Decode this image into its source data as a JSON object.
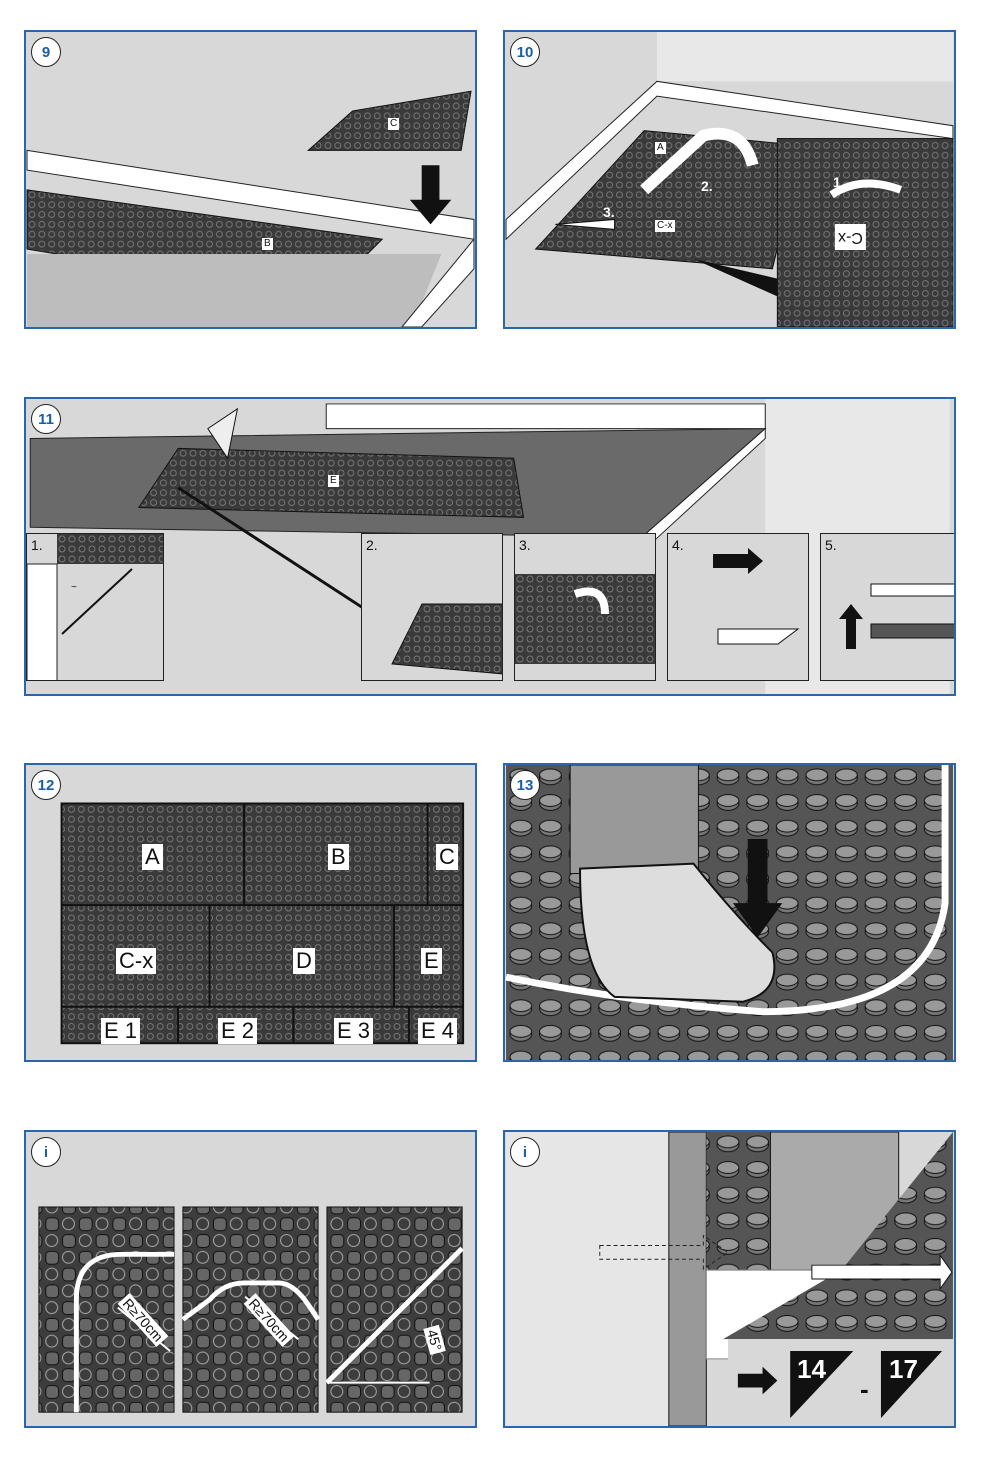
{
  "steps": [
    {
      "badge": "9",
      "labels": [
        "C",
        "B"
      ]
    },
    {
      "badge": "10",
      "labels": [
        "A",
        "C-x",
        "C-x"
      ],
      "arrow_numbers": [
        "1.",
        "2.",
        "3."
      ]
    },
    {
      "badge": "11",
      "labels": [
        "E"
      ],
      "substeps": [
        "1.",
        "2.",
        "3.",
        "4.",
        "5."
      ],
      "measure_symbol": "~"
    },
    {
      "badge": "12",
      "labels": [
        "A",
        "B",
        "C",
        "C-x",
        "D",
        "E",
        "E 1",
        "E 2",
        "E 3",
        "E 4"
      ]
    },
    {
      "badge": "13"
    },
    {
      "badge": "i",
      "annotations": [
        "R≥70cm",
        "R≥70cm",
        "45°"
      ]
    },
    {
      "badge": "i",
      "references": [
        "14",
        "-",
        "17"
      ]
    }
  ],
  "colors": {
    "accent": "#2a66b0",
    "panel": "#d8d8d8",
    "mat": "#3a3a3a"
  }
}
